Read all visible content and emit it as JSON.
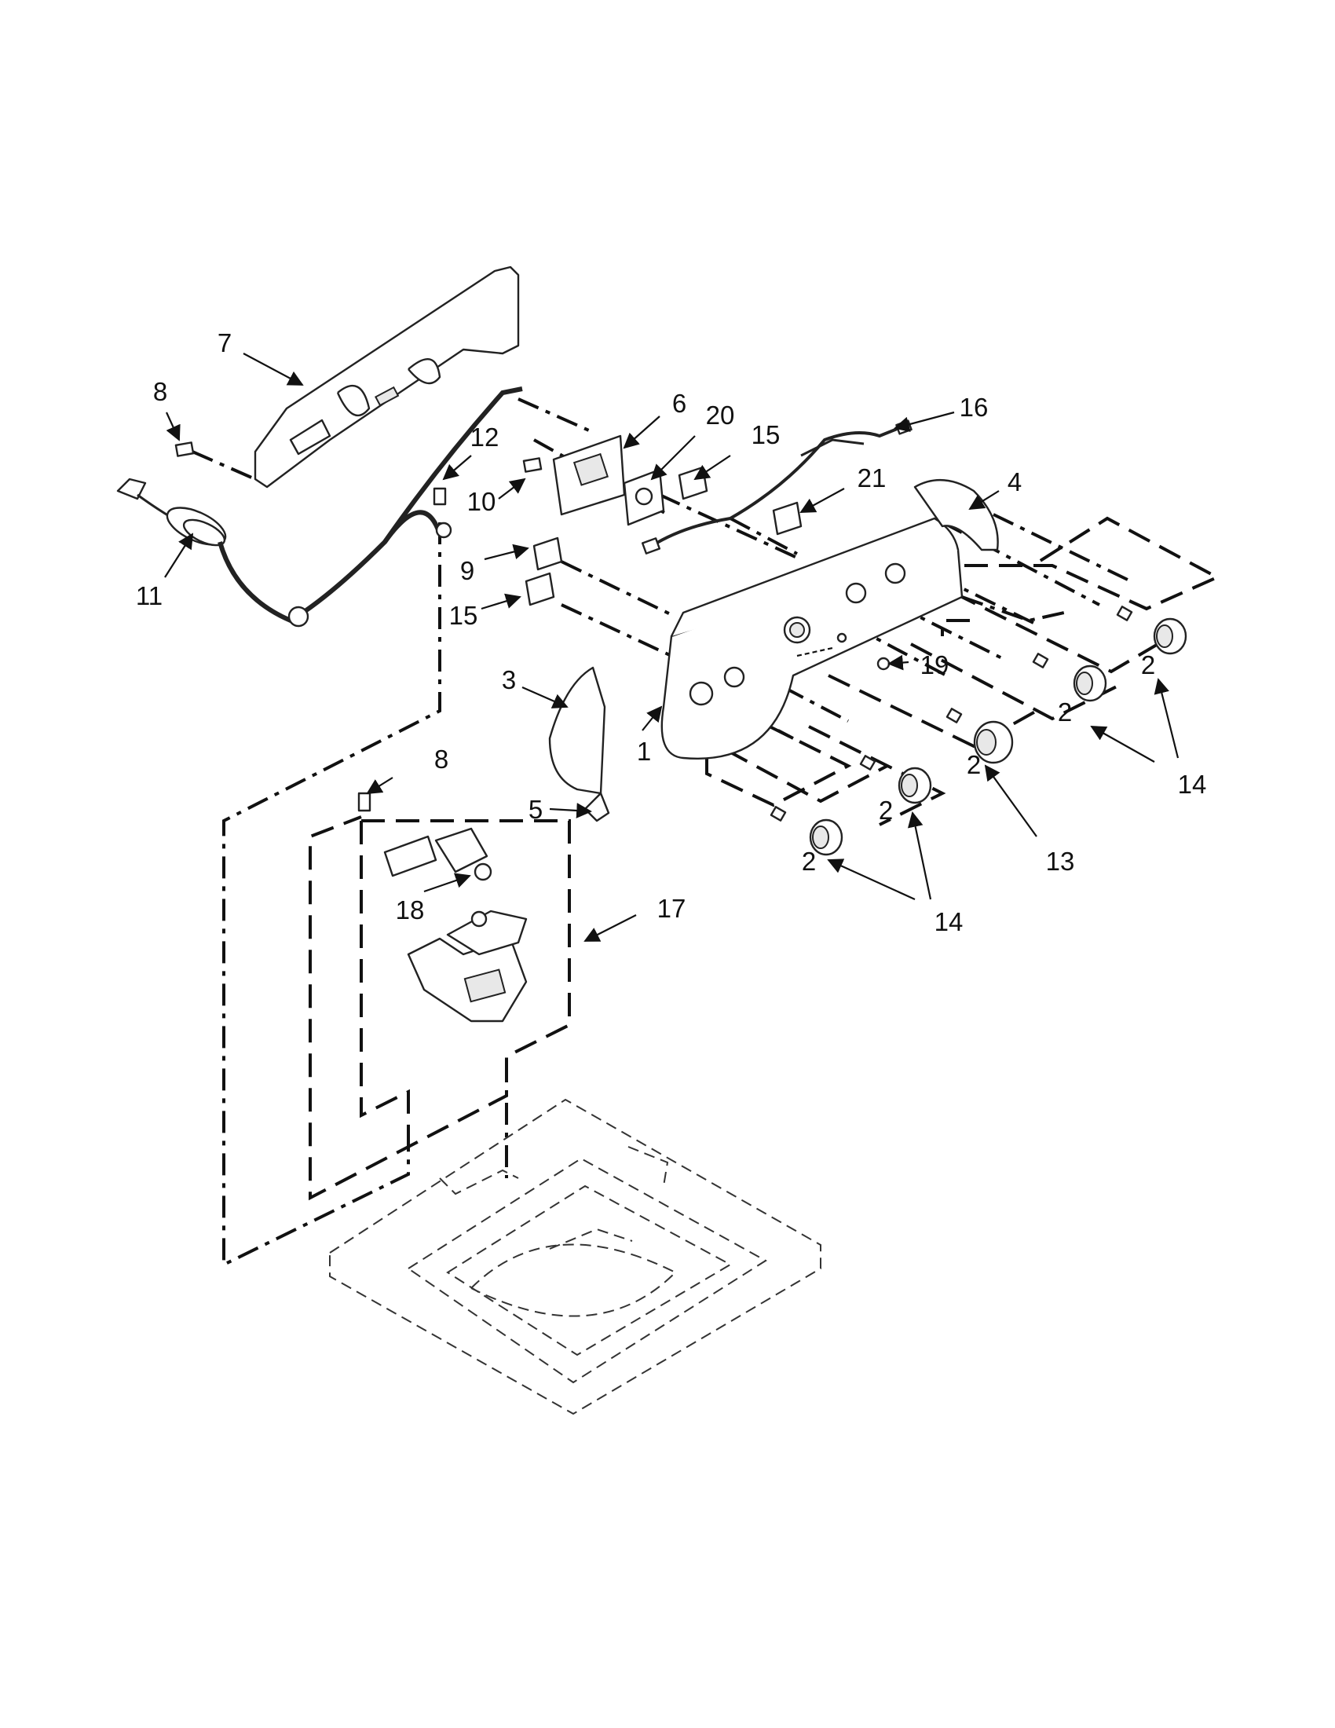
{
  "diagram": {
    "callouts": [
      {
        "id": "c7",
        "text": "7"
      },
      {
        "id": "c8a",
        "text": "8"
      },
      {
        "id": "c12",
        "text": "12"
      },
      {
        "id": "c10",
        "text": "10"
      },
      {
        "id": "c11",
        "text": "11"
      },
      {
        "id": "c6",
        "text": "6"
      },
      {
        "id": "c20",
        "text": "20"
      },
      {
        "id": "c15a",
        "text": "15"
      },
      {
        "id": "c16",
        "text": "16"
      },
      {
        "id": "c21",
        "text": "21"
      },
      {
        "id": "c4",
        "text": "4"
      },
      {
        "id": "c9",
        "text": "9"
      },
      {
        "id": "c15b",
        "text": "15"
      },
      {
        "id": "c3",
        "text": "3"
      },
      {
        "id": "c1",
        "text": "1"
      },
      {
        "id": "c19",
        "text": "19"
      },
      {
        "id": "c8b",
        "text": "8"
      },
      {
        "id": "c5",
        "text": "5"
      },
      {
        "id": "c18",
        "text": "18"
      },
      {
        "id": "c17",
        "text": "17"
      },
      {
        "id": "c2a",
        "text": "2"
      },
      {
        "id": "c2b",
        "text": "2"
      },
      {
        "id": "c2c",
        "text": "2"
      },
      {
        "id": "c2d",
        "text": "2"
      },
      {
        "id": "c2e",
        "text": "2"
      },
      {
        "id": "c13",
        "text": "13"
      },
      {
        "id": "c14a",
        "text": "14"
      },
      {
        "id": "c14b",
        "text": "14"
      }
    ]
  }
}
